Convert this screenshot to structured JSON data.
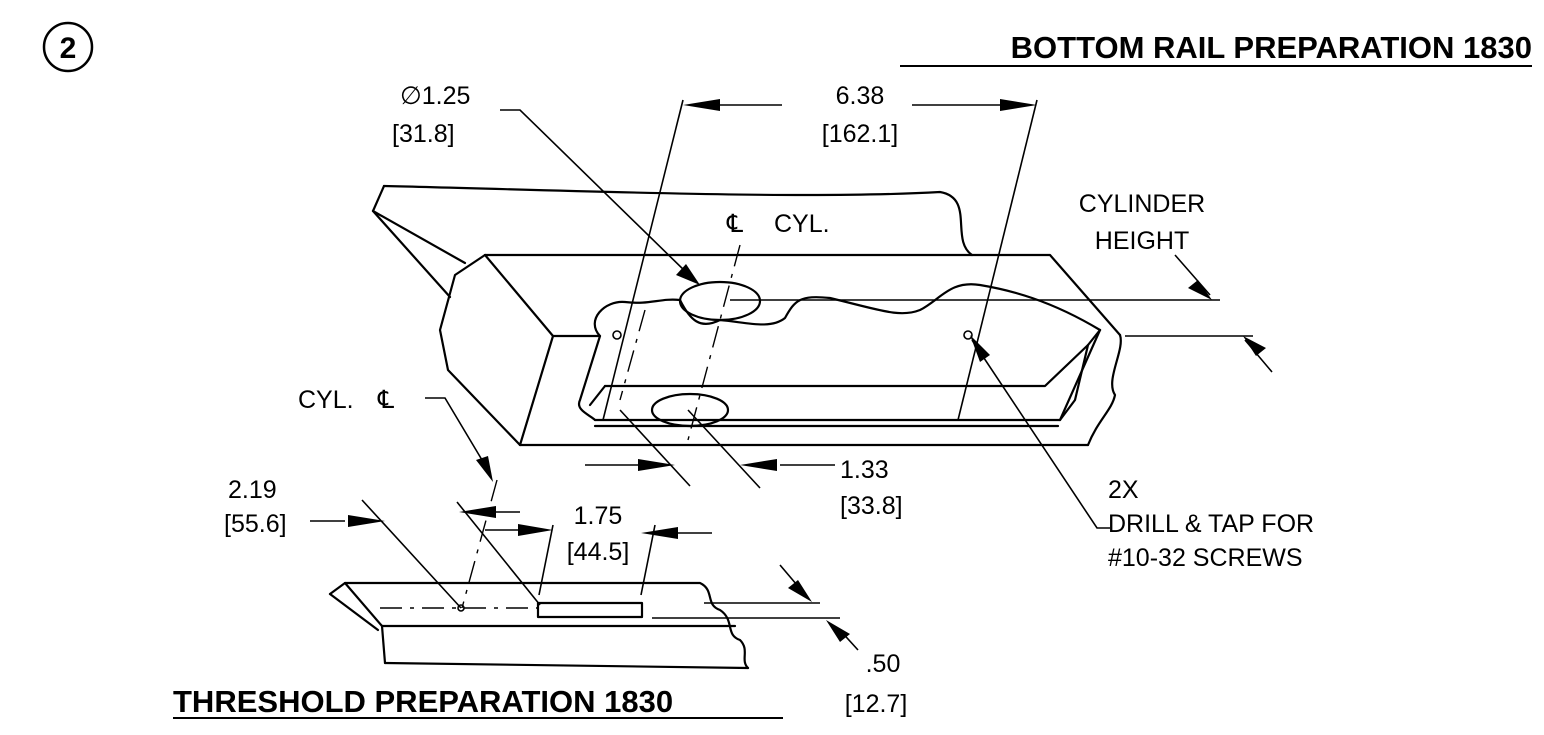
{
  "detail_number": "2",
  "titles": {
    "bottom_rail": "BOTTOM RAIL PREPARATION 1830",
    "threshold": "THRESHOLD PREPARATION 1830"
  },
  "labels": {
    "diameter": "∅1.25",
    "diameter_mm": "[31.8]",
    "width": "6.38",
    "width_mm": "[162.1]",
    "cl_cyl_prefix": "℄",
    "cl_cyl_text": "CYL.",
    "cylinder_height_line1": "CYLINDER",
    "cylinder_height_line2": "HEIGHT",
    "cyl_cl_text": "CYL.",
    "cyl_cl_suffix": "℄",
    "offset": "1.33",
    "offset_mm": "[33.8]",
    "drill_qty": "2X",
    "drill_line1": "DRILL & TAP FOR",
    "drill_line2": "#10-32 SCREWS",
    "hole_spacing": "2.19",
    "hole_spacing_mm": "[55.6]",
    "slot_length": "1.75",
    "slot_length_mm": "[44.5]",
    "slot_width": ".50",
    "slot_width_mm": "[12.7]"
  }
}
